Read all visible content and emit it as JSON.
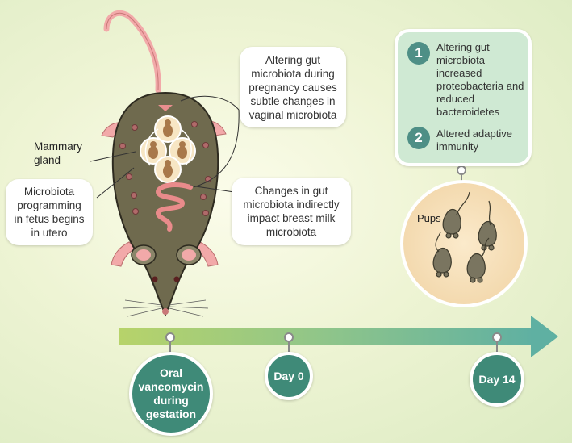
{
  "callouts": {
    "vaginal": "Altering gut microbiota during pregnancy causes subtle changes in vaginal microbiota",
    "fetus": "Microbiota programming in fetus begins in utero",
    "breast_milk": "Changes in gut microbiota indirectly impact breast milk microbiota"
  },
  "labels": {
    "mammary_gland": "Mammary gland",
    "pups": "Pups"
  },
  "findings": [
    {
      "number": "1",
      "text": "Altering gut microbiota increased proteobacteria and reduced bacteroidetes"
    },
    {
      "number": "2",
      "text": "Altered adaptive immunity"
    }
  ],
  "timeline": {
    "treatment": "Oral vancomycin during gestation",
    "day0": "Day 0",
    "day14": "Day 14"
  },
  "colors": {
    "teal": "#3f8a78",
    "mouse_body": "#6f6a4e",
    "pink": "#f2a9a9",
    "findings_bg": "#cfe9d3"
  },
  "icons": [
    "pregnant-mouse-icon",
    "fetus-icon",
    "intestine-icon",
    "pup-mouse-icon",
    "timeline-arrow-icon"
  ]
}
